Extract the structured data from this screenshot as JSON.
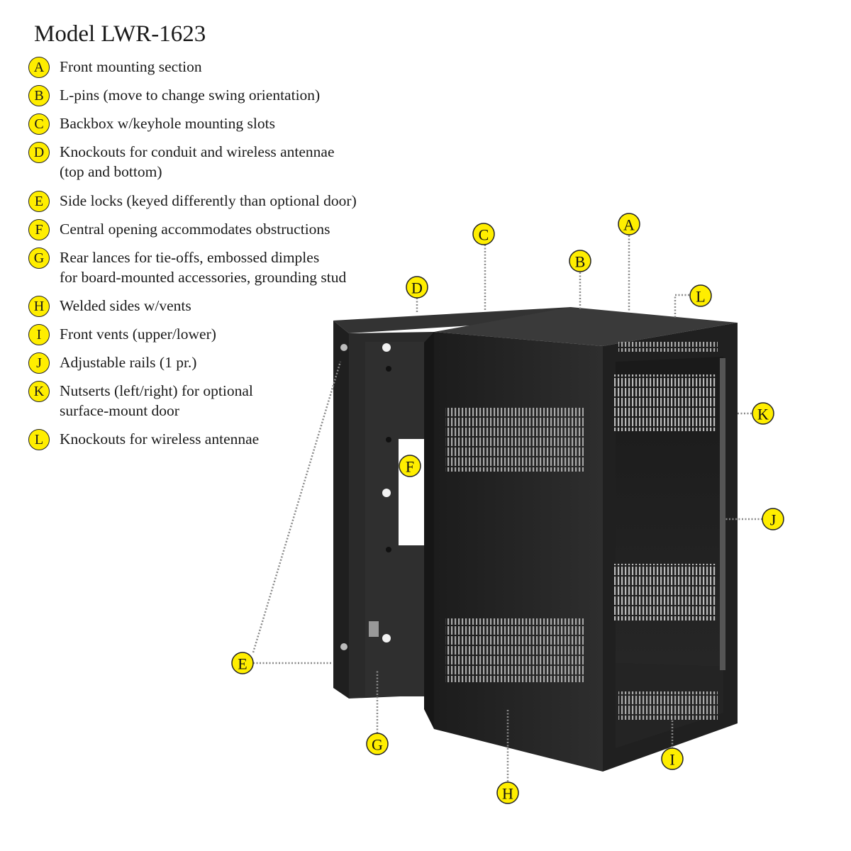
{
  "title": "Model LWR-1623",
  "legend": [
    {
      "letter": "A",
      "text": "Front mounting section"
    },
    {
      "letter": "B",
      "text": "L-pins (move to change swing orientation)"
    },
    {
      "letter": "C",
      "text": "Backbox w/keyhole mounting slots"
    },
    {
      "letter": "D",
      "text": "Knockouts for conduit and wireless antennae\n(top and bottom)"
    },
    {
      "letter": "E",
      "text": "Side locks (keyed differently than optional door)"
    },
    {
      "letter": "F",
      "text": "Central opening accommodates obstructions"
    },
    {
      "letter": "G",
      "text": "Rear lances for tie-offs, embossed dimples\nfor board-mounted accessories, grounding stud"
    },
    {
      "letter": "H",
      "text": "Welded sides w/vents"
    },
    {
      "letter": "I",
      "text": "Front vents (upper/lower)"
    },
    {
      "letter": "J",
      "text": "Adjustable rails (1 pr.)"
    },
    {
      "letter": "K",
      "text": "Nutserts (left/right) for optional\nsurface-mount door"
    },
    {
      "letter": "L",
      "text": "Knockouts for wireless antennae"
    }
  ],
  "colors": {
    "badge": "#ffee00",
    "cabinet": "#2a2a2a",
    "leader": "#8a8a8a"
  }
}
